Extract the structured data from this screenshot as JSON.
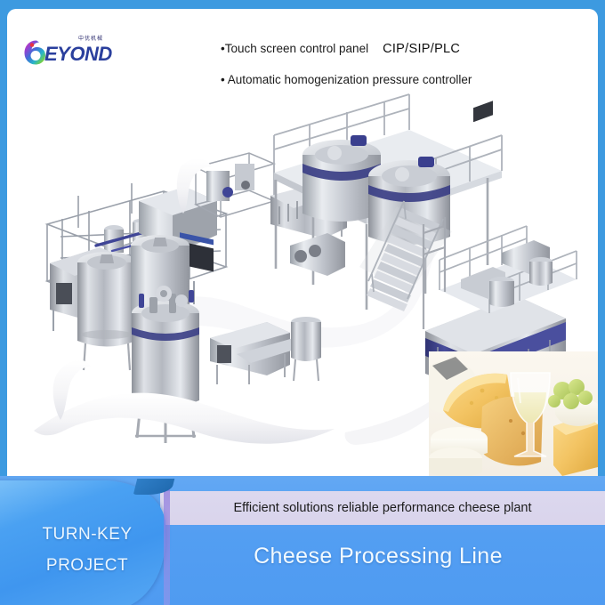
{
  "brand": {
    "logo_mark": "beyond-b-logo",
    "logo_cn_text": "中优机械",
    "logo_word": "EYOND",
    "accent_blue": "#3d9ae0",
    "panel_blue": "#4aa1f2",
    "lavender": "#dcd8ee"
  },
  "features": {
    "bullet_1": "•Touch screen control panel",
    "bullet_1_badge": "CIP/SIP/PLC",
    "bullet_2": "• Automatic homogenization pressure controller"
  },
  "scene": {
    "alt": "stainless-steel cheese processing plant with tanks, platform, staircase and milk splash",
    "milk_color": "#f4f4f6",
    "steel_color": "#b9bcc4",
    "navy_accent": "#3b3f86"
  },
  "photo": {
    "alt": "cheese wheels, brie, white wine glass and green grapes"
  },
  "footer": {
    "left_line_1": "TURN-KEY",
    "left_line_2": "PROJECT",
    "tagline": "Efficient solutions reliable performance cheese plant",
    "main_title": "Cheese Processing Line"
  }
}
